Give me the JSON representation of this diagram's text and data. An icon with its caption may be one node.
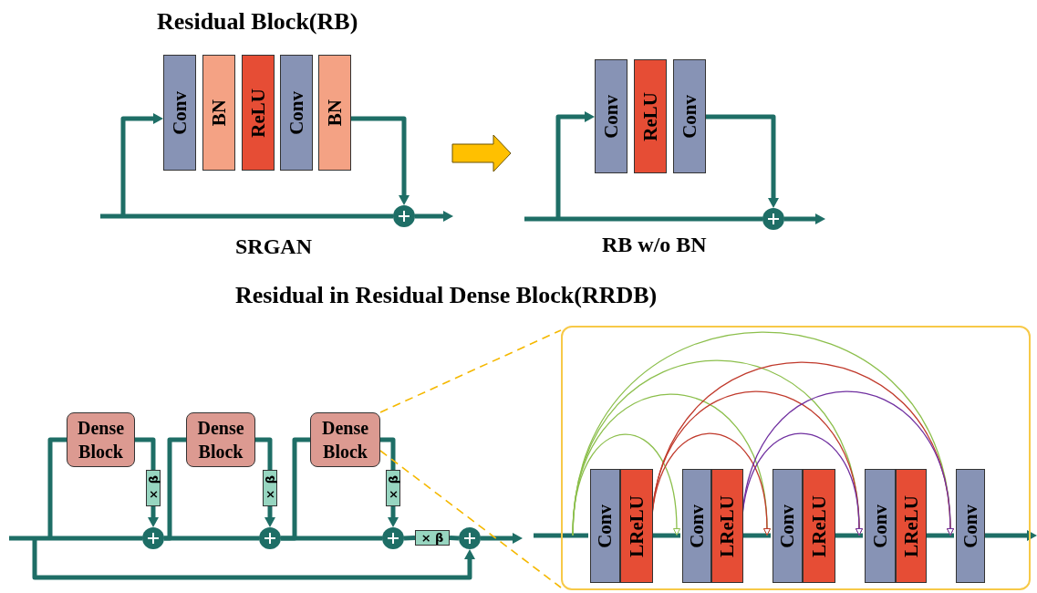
{
  "diagram": {
    "nodes": [
      {
        "text": [
          "Conv"
        ]
      },
      {
        "text": [
          "BN"
        ]
      },
      {
        "text": [
          "ReLU"
        ]
      },
      {
        "text": [
          "Conv"
        ]
      },
      {
        "text": [
          "BN"
        ]
      },
      {
        "text": [],
        "shape": "circle"
      },
      {
        "text": [
          "Conv"
        ]
      },
      {
        "text": [
          "ReLU"
        ]
      },
      {
        "text": [
          "Conv"
        ]
      },
      {
        "text": [],
        "shape": "circle"
      },
      {
        "text": [
          "Dense Block"
        ]
      },
      {
        "text": [
          "Dense Block"
        ]
      },
      {
        "text": [
          "Dense Block"
        ]
      },
      {
        "text": [
          "× β"
        ]
      },
      {
        "text": [
          "× β"
        ]
      },
      {
        "text": [
          "× β"
        ]
      },
      {
        "text": [],
        "shape": "circle"
      },
      {
        "text": [],
        "shape": "circle"
      },
      {
        "text": [],
        "shape": "circle"
      },
      {
        "text": [
          "× β"
        ]
      },
      {
        "text": [],
        "shape": "circle"
      },
      {
        "text": [],
        "shape": "box"
      },
      {
        "text": [
          "Conv"
        ],
        "in": 21
      },
      {
        "text": [
          "LReLU"
        ],
        "in": 21
      },
      {
        "text": [
          "Conv"
        ],
        "in": 21
      },
      {
        "text": [
          "LReLU"
        ],
        "in": 21
      },
      {
        "text": [
          "Conv"
        ],
        "in": 21
      },
      {
        "text": [
          "LReLU"
        ],
        "in": 21
      },
      {
        "text": [
          "Conv"
        ],
        "in": 21
      },
      {
        "text": [
          "LReLU"
        ],
        "in": 21
      },
      {
        "text": [
          "Conv"
        ],
        "in": 21
      }
    ],
    "edges": [
      {
        "from": null,
        "to": 5,
        "arrow": "none"
      },
      {
        "from": 5,
        "to": null,
        "arrow": "to"
      },
      {
        "from": null,
        "to": 0,
        "arrow": "to"
      },
      {
        "from": 4,
        "to": 5,
        "arrow": "to"
      },
      {
        "from": null,
        "to": 9,
        "arrow": "none"
      },
      {
        "from": 9,
        "to": null,
        "arrow": "to"
      },
      {
        "from": null,
        "to": 6,
        "arrow": "to"
      },
      {
        "from": 8,
        "to": 9,
        "arrow": "to"
      },
      {
        "from": null,
        "to": 16,
        "arrow": "none"
      },
      {
        "from": null,
        "to": 10,
        "arrow": "none"
      },
      {
        "from": 10,
        "to": 13,
        "arrow": "none"
      },
      {
        "from": 13,
        "to": 16,
        "arrow": "to"
      },
      {
        "from": 16,
        "to": 17,
        "arrow": "none"
      },
      {
        "from": 16,
        "to": 11,
        "arrow": "none"
      },
      {
        "from": 11,
        "to": 14,
        "arrow": "none"
      },
      {
        "from": 14,
        "to": 17,
        "arrow": "to"
      },
      {
        "from": 17,
        "to": 18,
        "arrow": "none"
      },
      {
        "from": 17,
        "to": 12,
        "arrow": "none"
      },
      {
        "from": 12,
        "to": 15,
        "arrow": "none"
      },
      {
        "from": 15,
        "to": 18,
        "arrow": "to"
      },
      {
        "from": 18,
        "to": 19,
        "arrow": "none"
      },
      {
        "from": 19,
        "to": 20,
        "arrow": "none"
      },
      {
        "from": 20,
        "to": null,
        "arrow": "to"
      },
      {
        "from": null,
        "to": 20,
        "arrow": "to"
      },
      {
        "from": 12,
        "to": 21,
        "arrow": "none",
        "style": "dashed",
        "color": "#f5b800"
      },
      {
        "from": 12,
        "to": 21,
        "arrow": "none",
        "style": "dashed",
        "color": "#f5b800"
      },
      {
        "from": null,
        "to": 22,
        "arrow": "none"
      },
      {
        "from": 23,
        "to": 24,
        "arrow": "none"
      },
      {
        "from": 25,
        "to": 26,
        "arrow": "none"
      },
      {
        "from": 27,
        "to": 28,
        "arrow": "none"
      },
      {
        "from": 29,
        "to": 30,
        "arrow": "none"
      },
      {
        "from": 30,
        "to": null,
        "arrow": "to"
      },
      {
        "from": null,
        "to": 24,
        "arrow": "to",
        "color": "#8cbf4c"
      },
      {
        "from": null,
        "to": 26,
        "arrow": "to",
        "color": "#8cbf4c"
      },
      {
        "from": null,
        "to": 28,
        "arrow": "to",
        "color": "#8cbf4c"
      },
      {
        "from": null,
        "to": 30,
        "arrow": "to",
        "color": "#8cbf4c"
      },
      {
        "from": 23,
        "to": 26,
        "arrow": "to",
        "color": "#c0392b"
      },
      {
        "from": 23,
        "to": 28,
        "arrow": "to",
        "color": "#c0392b"
      },
      {
        "from": 23,
        "to": 30,
        "arrow": "to",
        "color": "#c0392b"
      },
      {
        "from": 25,
        "to": 28,
        "arrow": "to",
        "color": "#7030a0"
      },
      {
        "from": 25,
        "to": 30,
        "arrow": "to",
        "color": "#7030a0"
      }
    ],
    "labels": [
      "Residual Block(RB)",
      "SRGAN",
      "RB w/o BN",
      "Residual in Residual Dense Block(RRDB)"
    ]
  }
}
